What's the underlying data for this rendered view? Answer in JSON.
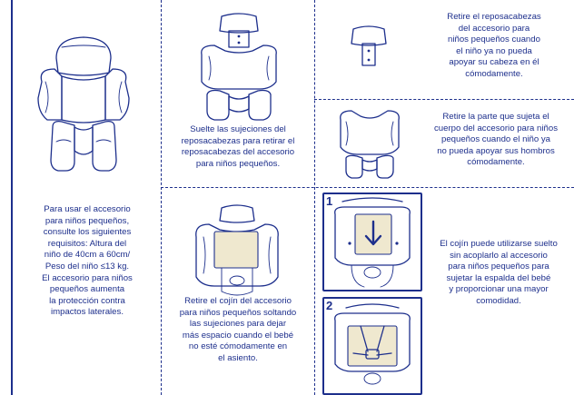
{
  "panels": {
    "requirements": {
      "text": "Para usar el accesorio\npara niños pequeños,\nconsulte los siguientes\nrequisitos: Altura del\nniño de 40cm a 60cm/\nPeso del niño ≤13 kg.\nEl accesorio para niños\npequeños aumenta\nla protección contra\nimpactos laterales."
    },
    "release_headrest": {
      "text": "Suelte las sujeciones del\nreposacabezas para retirar el\nreposacabezas del accesorio\npara niños pequeños."
    },
    "remove_headrest": {
      "text": "Retire el reposacabezas\ndel accesorio para\nniños pequeños cuando\nel niño ya no pueda\napoyar su cabeza en él\ncómodamente."
    },
    "remove_body": {
      "text": "Retire la parte que sujeta el\ncuerpo del accesorio para niños\npequeños cuando el niño ya\nno pueda apoyar sus hombros\ncómodamente."
    },
    "remove_cushion": {
      "text": "Retire el cojín del accesorio\npara niños pequeños soltando\nlas sujeciones para dejar\nmás espacio cuando el bebé\nno esté cómodamente en\nel asiento."
    },
    "cushion_standalone": {
      "text": "El cojín puede utilizarse suelto\nsin acoplarlo al accesorio\npara niños pequeños para\nsujetar la espalda del bebé\ny proporcionar una mayor\ncomodidad."
    }
  },
  "steps": {
    "step1": "1",
    "step2": "2"
  },
  "icons": {
    "step1_arrow": "down-arrow-icon"
  },
  "colors": {
    "ink": "#1d2f8c",
    "cushion_fill": "#efe8cf",
    "background": "#ffffff"
  }
}
